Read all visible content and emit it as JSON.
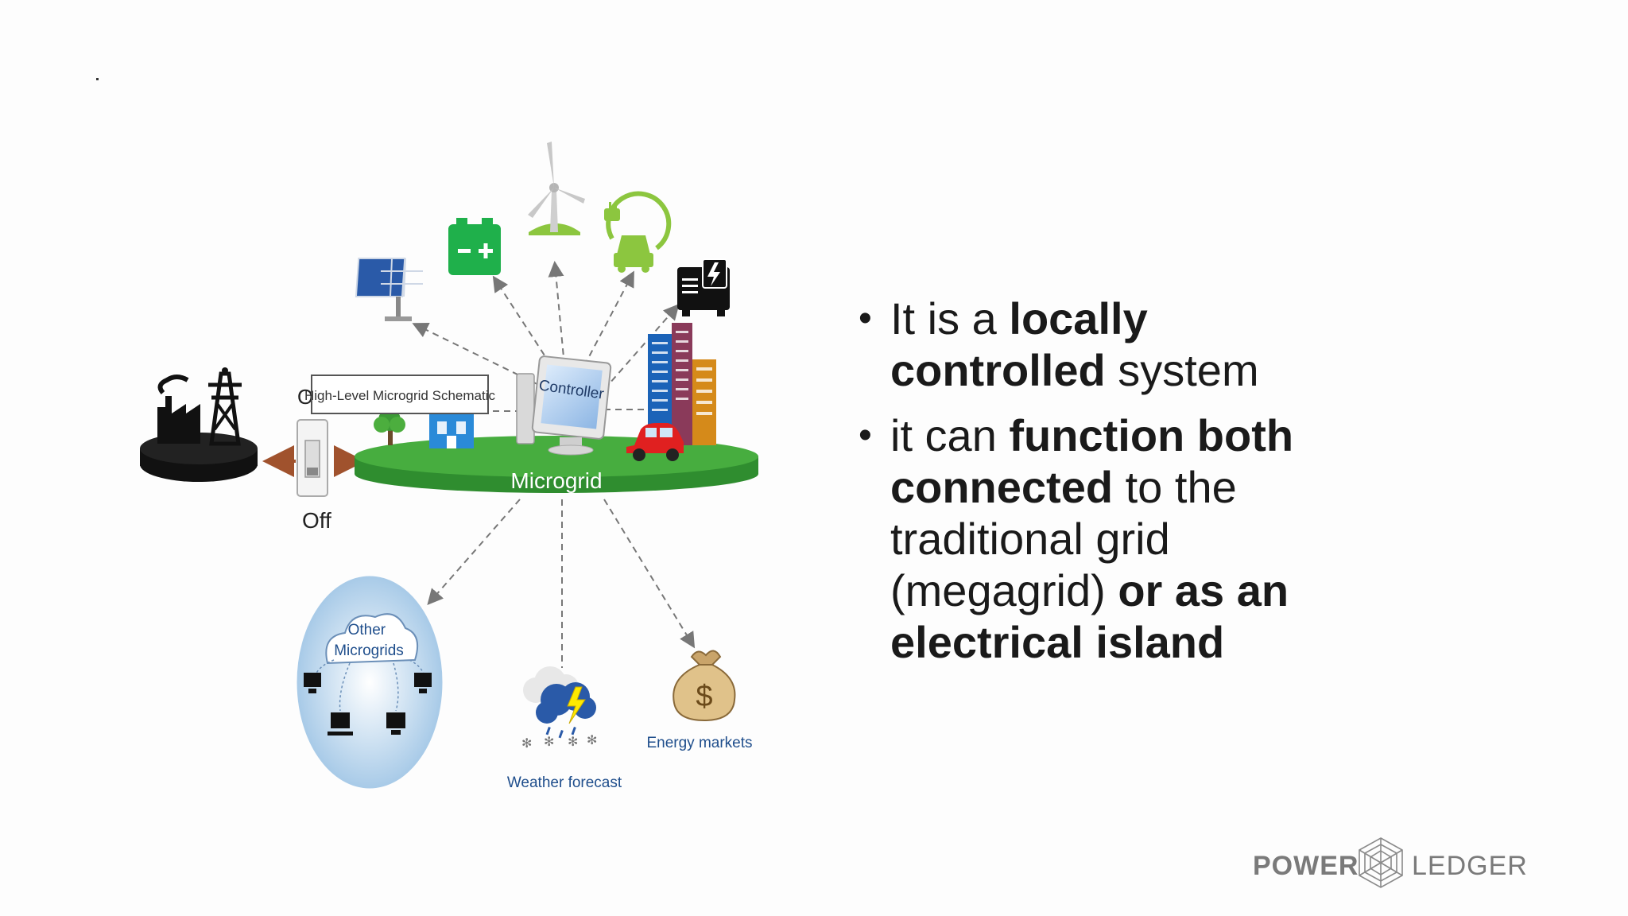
{
  "slide": {
    "bullets": [
      {
        "parts": [
          {
            "text": "It is a ",
            "bold": false
          },
          {
            "text": "locally controlled",
            "bold": true
          },
          {
            "text": " system",
            "bold": false
          }
        ]
      },
      {
        "parts": [
          {
            "text": "it can ",
            "bold": false
          },
          {
            "text": "function both connected",
            "bold": true
          },
          {
            "text": " to the traditional grid (megagrid) ",
            "bold": false
          },
          {
            "text": "or as an electrical island",
            "bold": true
          }
        ]
      }
    ]
  },
  "diagram": {
    "title": "High-Level Microgrid Schematic",
    "microgrid_label": "Microgrid",
    "controller_label": "Controller",
    "switch_label": "Off",
    "switch_other_label": "O",
    "other_microgrids_label": "Other Microgrids",
    "weather_label": "Weather forecast",
    "energy_markets_label": "Energy markets"
  },
  "logo": {
    "word1": "POWER",
    "word2": "LEDGER"
  },
  "colors": {
    "green": "#3aa13a",
    "battery_green": "#1fb04b",
    "arrow_brown": "#a0522d",
    "text_dark": "#1a1a1a",
    "logo_gray": "#7a7a7a",
    "label_blue": "#1f4e8c"
  }
}
